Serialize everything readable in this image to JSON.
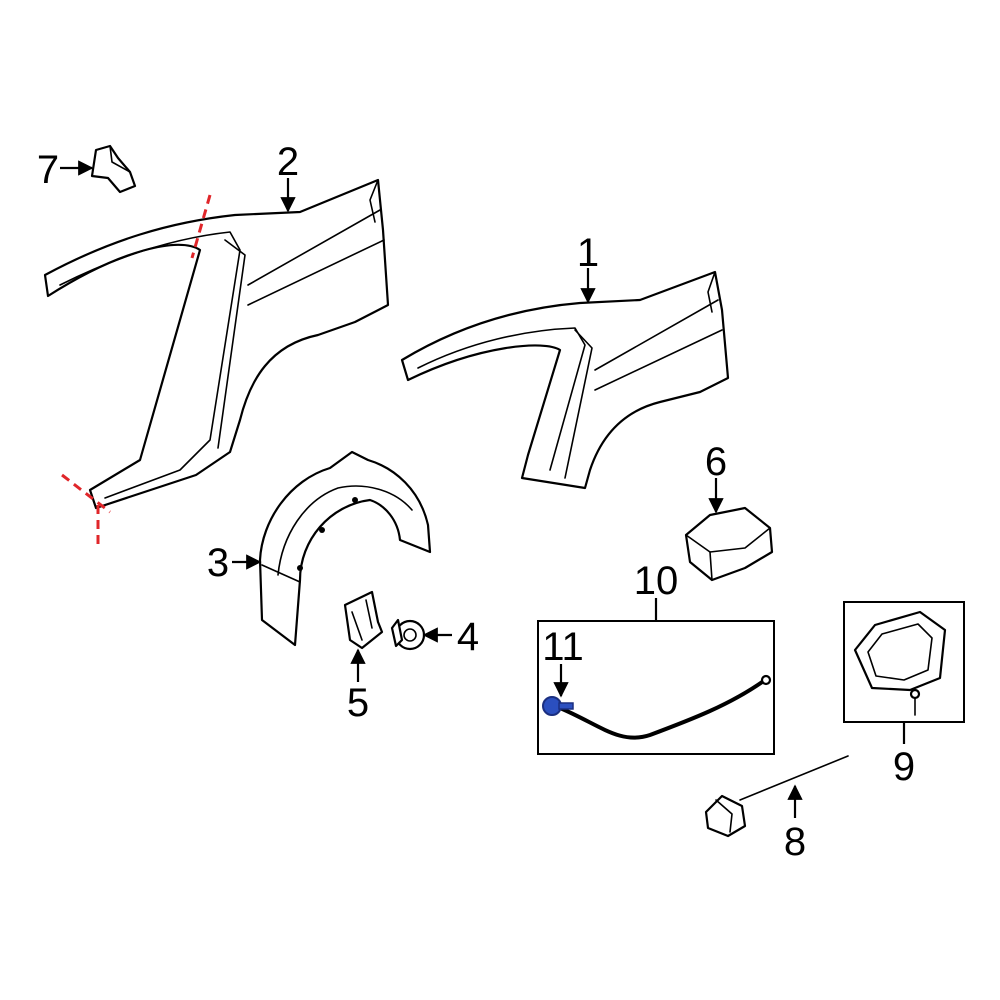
{
  "callouts": {
    "c1": "1",
    "c2": "2",
    "c3": "3",
    "c4": "4",
    "c5": "5",
    "c6": "6",
    "c7": "7",
    "c8": "8",
    "c9": "9",
    "c10": "10",
    "c11": "11"
  },
  "colors": {
    "line": "#000000",
    "cut_line": "#e0262a",
    "highlight_part": "#2b4fbf"
  }
}
